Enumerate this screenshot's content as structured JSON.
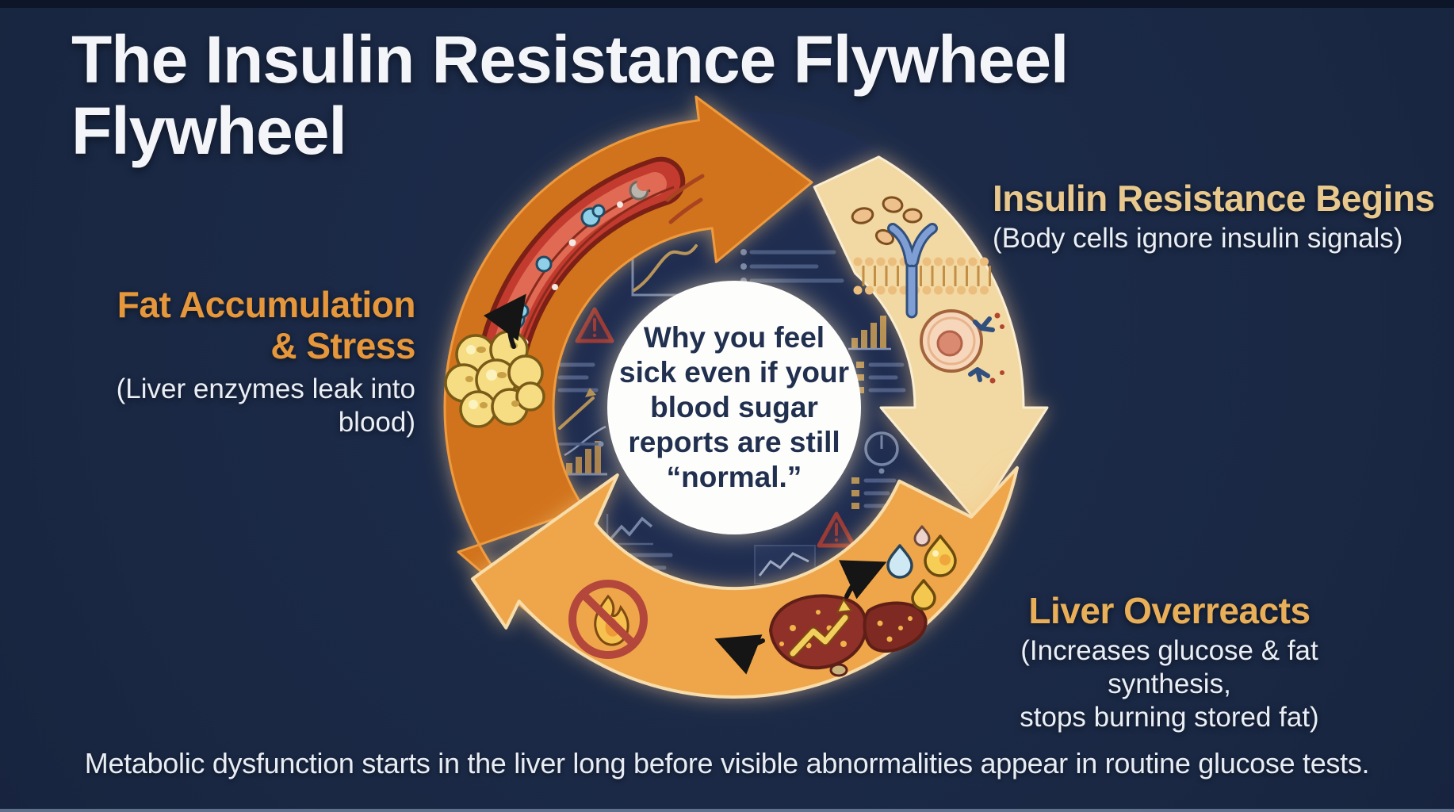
{
  "title": {
    "line1": "The Insulin Resistance Flywheel",
    "line2": "Flywheel"
  },
  "center": {
    "lines": [
      "Why you feel",
      "sick even if your",
      "blood sugar",
      "reports are still",
      "“normal.”"
    ]
  },
  "labels": {
    "insulin": {
      "title": "Insulin Resistance Begins",
      "subtitle": "(Body cells ignore insulin signals)"
    },
    "fat": {
      "title_line1": "Fat Accumulation",
      "title_line2": "& Stress",
      "subtitle": "(Liver enzymes leak into blood)"
    },
    "liver": {
      "title": "Liver Overreacts",
      "subtitle_line1": "(Increases glucose & fat synthesis,",
      "subtitle_line2": "stops burning stored fat)"
    }
  },
  "footer": {
    "caption": "Metabolic dysfunction starts in the liver long before visible abnormalities appear in routine glucose tests."
  },
  "diagram": {
    "type": "cycle",
    "direction": "clockwise",
    "center_message": "Why you feel sick even if your blood sugar reports are still “normal.”",
    "stages": [
      {
        "name": "Insulin Resistance Begins",
        "detail": "(Body cells ignore insulin signals)",
        "arrow_color": "#f2d8a2"
      },
      {
        "name": "Liver Overreacts",
        "detail": "(Increases glucose & fat synthesis, stops burning stored fat)",
        "arrow_color": "#efa64b"
      },
      {
        "name": "Fat Accumulation & Stress",
        "detail": "(Liver enzymes leak into blood)",
        "arrow_color": "#d1731f"
      }
    ],
    "icons": [
      "blood-vessel-with-enzymes-icon",
      "fat-cells-cluster-icon",
      "warning-triangle-icon",
      "insulin-molecules-icon",
      "cell-membrane-receptor-icon",
      "body-cell-icon",
      "lipid-droplets-icon",
      "fatty-liver-icon",
      "no-fat-burning-icon",
      "chart-doodle-icons",
      "gauge-doodle-icon",
      "list-doodle-icons"
    ]
  },
  "colors": {
    "background": "#1a2844",
    "arrow_dark_orange": "#d1731f",
    "arrow_cream": "#f2d8a2",
    "arrow_amber": "#efa64b",
    "center_circle": "#fdfdfc",
    "center_text": "#21304f",
    "heading_gold": "#e8c88d",
    "heading_orange": "#e6973b",
    "heading_amber": "#e9ae58",
    "body_text": "#eaeef5",
    "title_text": "#f3f5f9"
  }
}
